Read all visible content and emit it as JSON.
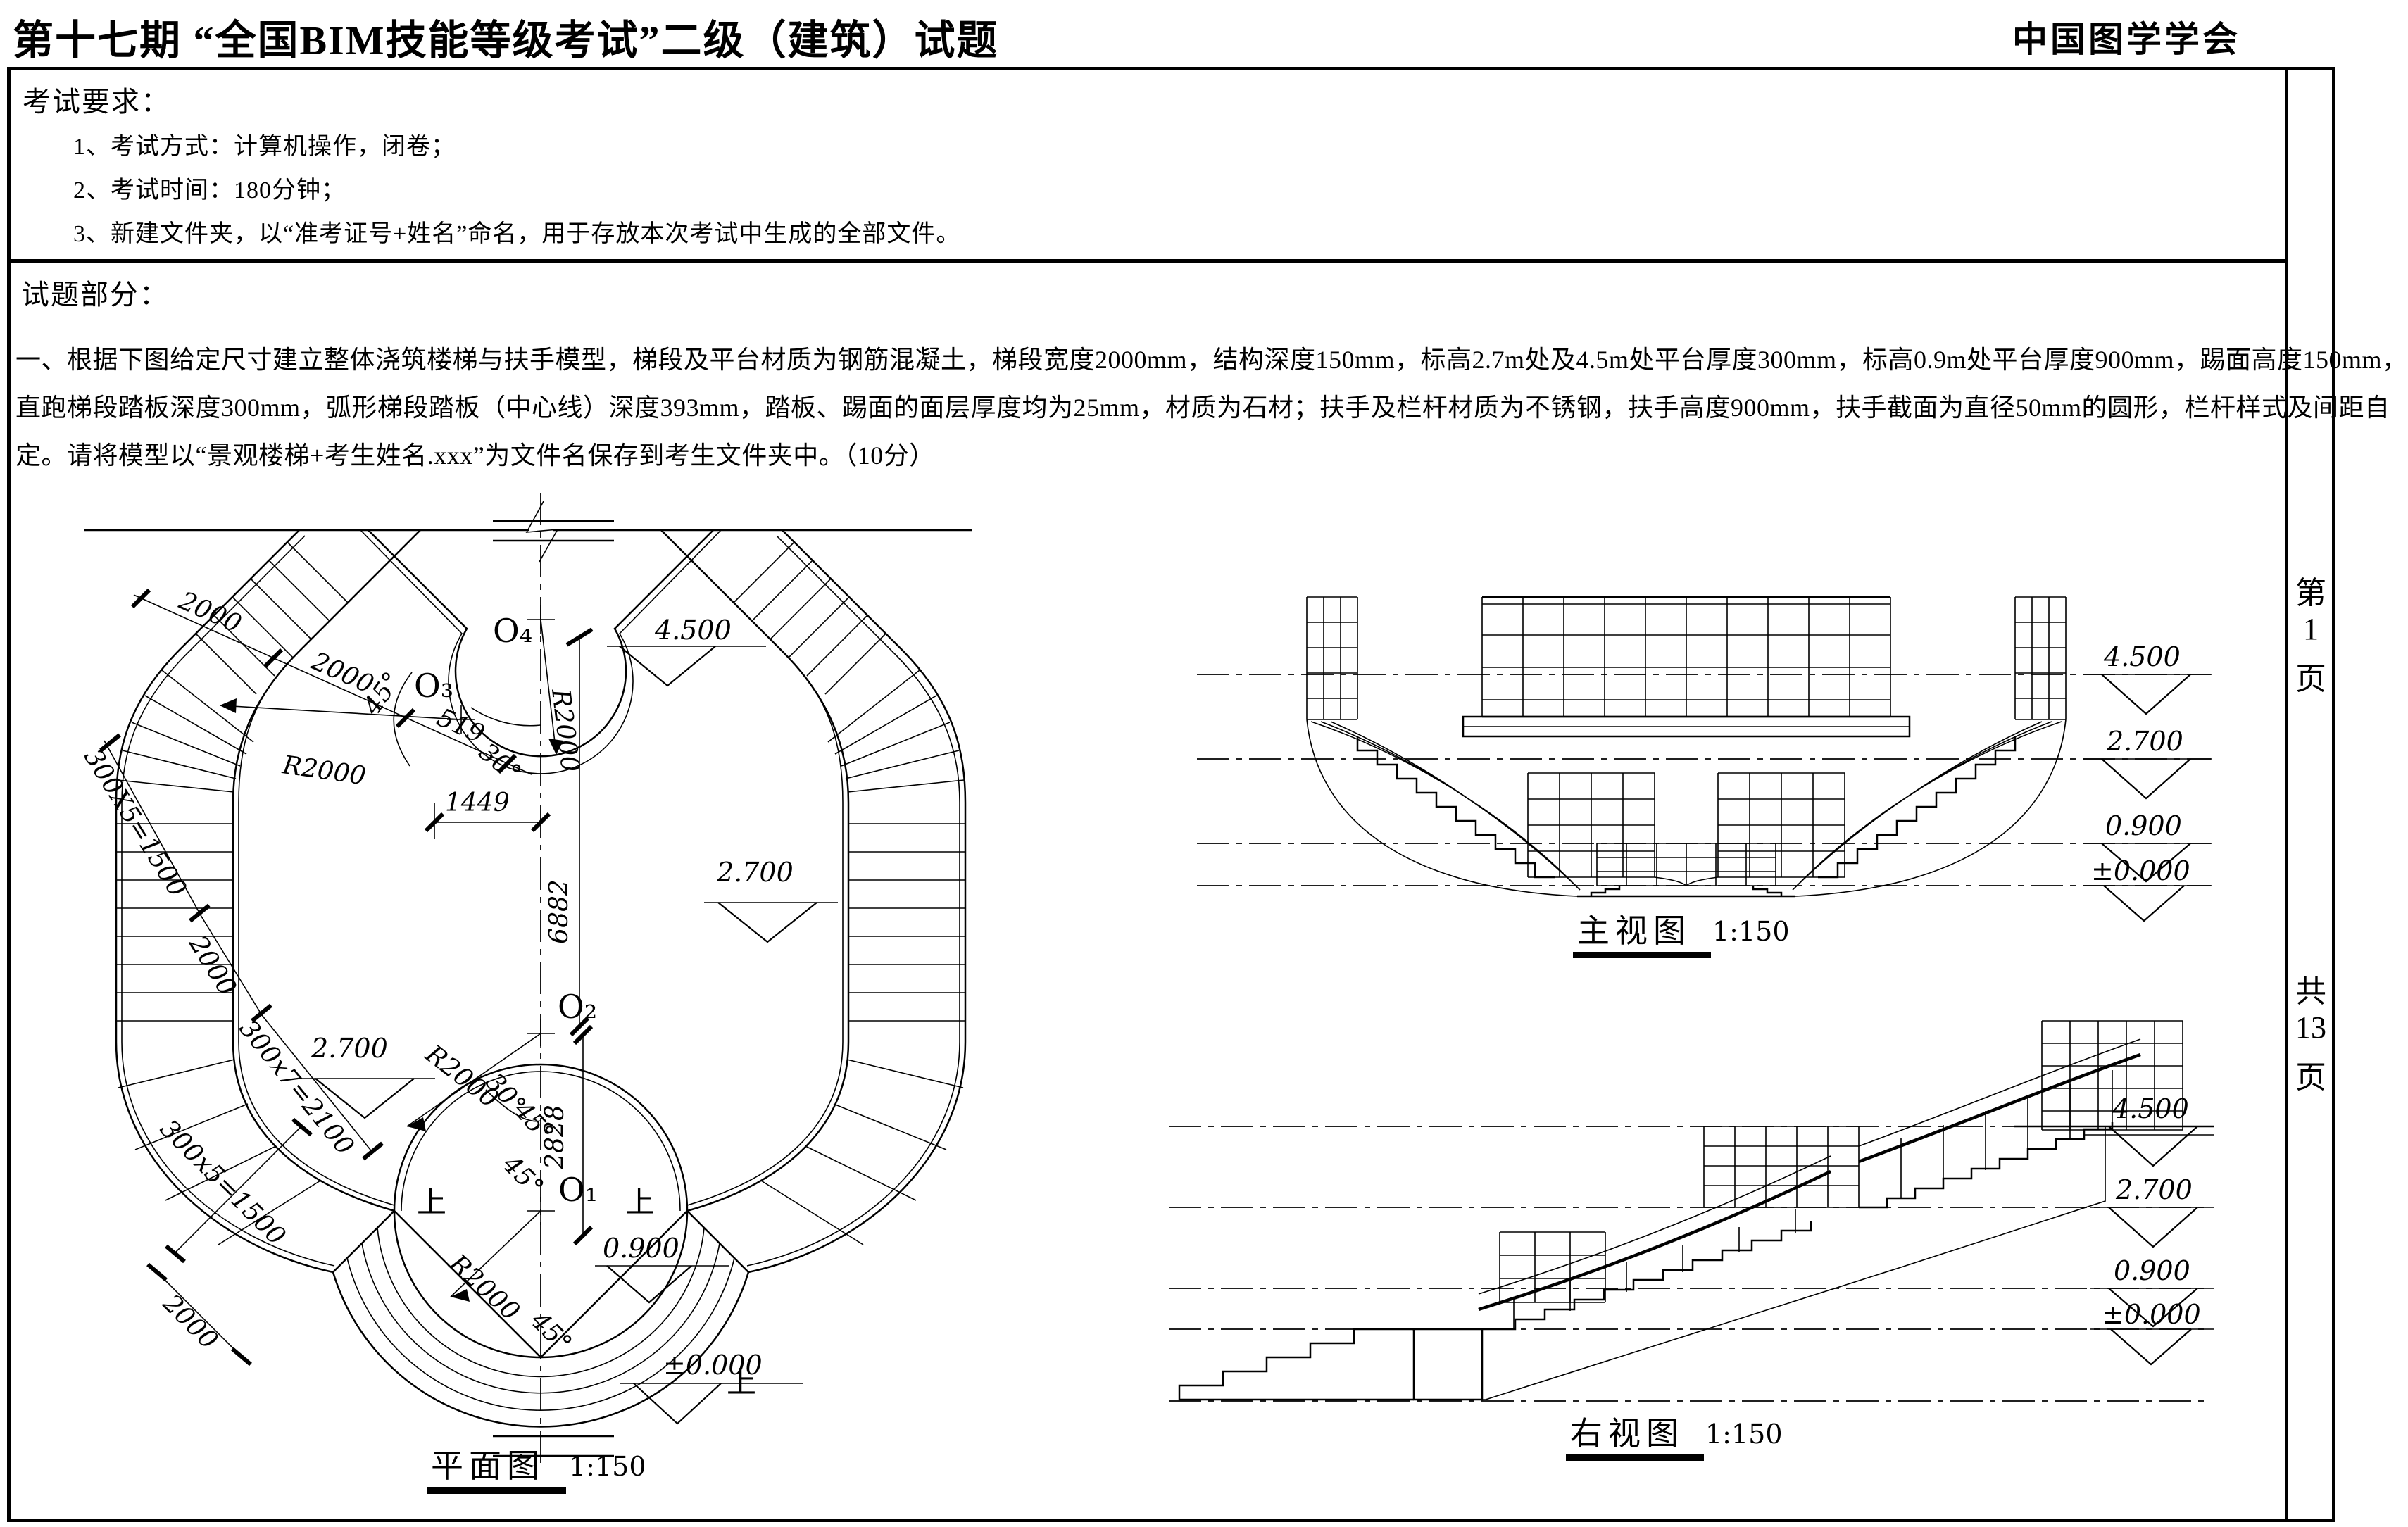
{
  "header": {
    "title": "第十七期 “全国BIM技能等级考试”二级（建筑）试题",
    "org": "中国图学学会"
  },
  "requirements": {
    "heading": "考试要求：",
    "items": [
      "1、考试方式：计算机操作，闭卷；",
      "2、考试时间：180分钟；",
      "3、新建文件夹，以“准考证号+姓名”命名，用于存放本次考试中生成的全部文件。"
    ]
  },
  "question": {
    "heading": "试题部分：",
    "lines": [
      "一、根据下图给定尺寸建立整体浇筑楼梯与扶手模型，梯段及平台材质为钢筋混凝土，梯段宽度2000mm，结构深度150mm，标高2.7m处及4.5m处平台厚度300mm，标高0.9m处平台厚度900mm，踢面高度150mm，",
      "直跑梯段踏板深度300mm，弧形梯段踏板（中心线）深度393mm，踏板、踢面的面层厚度均为25mm，材质为石材；扶手及栏杆材质为不锈钢，扶手高度900mm，扶手截面为直径50mm的圆形，栏杆样式及间距自",
      "定。请将模型以“景观楼梯+考生姓名.xxx”为文件名保存到考生文件夹中。（10分）"
    ]
  },
  "plan_view": {
    "caption": "平面图",
    "scale": "1:150",
    "labels": {
      "seg_a": "2000",
      "seg_b": "2000",
      "seg_c": "519",
      "o4": "O₄",
      "o3": "O₃",
      "o2": "O₂",
      "o1": "O₁",
      "angle_o4": "30°",
      "angle_o3": "45°",
      "angle_o2_30": "30°",
      "angle_o2_45": "45°",
      "angle_o1": "45°",
      "angle_fan": "45°",
      "r_o4": "R2000",
      "r_o3": "R2000",
      "r_o2": "R2000",
      "r_o1": "R2000",
      "elev_top": "4.500",
      "elev_left": "2.700",
      "elev_right": "2.700",
      "elev_mid": "0.900",
      "elev_ground": "±0.000",
      "d1449": "1449",
      "d6882": "6882",
      "d2828": "2828",
      "run_left_upper": "300X5=1500",
      "width_left": "2000",
      "run_left_lower": "300x7=2100",
      "run_bottom": "300x5=1500",
      "width_bottom": "2000",
      "up_left": "上",
      "up_right": "上",
      "up_fan": "上"
    }
  },
  "front_view": {
    "caption": "主视图",
    "scale": "1:150",
    "levels": {
      "l45": "4.500",
      "l27": "2.700",
      "l09": "0.900",
      "l00": "±0.000"
    }
  },
  "side_view": {
    "caption": "右视图",
    "scale": "1:150",
    "levels": {
      "l45": "4.500",
      "l27": "2.700",
      "l09": "0.900",
      "l00": "±0.000"
    }
  },
  "sidebar": {
    "page_label_top": "第",
    "page_number": "1",
    "page_label_bottom": "页",
    "total_label_top": "共",
    "total_number": "13",
    "total_label_bottom": "页"
  }
}
